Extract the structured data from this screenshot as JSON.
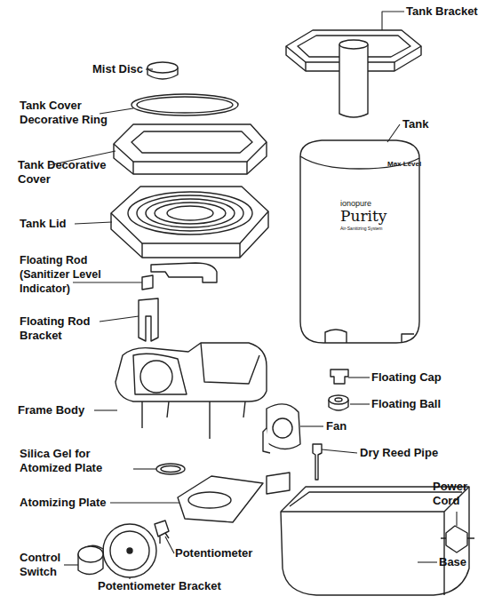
{
  "diagram": {
    "labels": [
      "Tank Bracket",
      "Mist Disc",
      "Tank Cover Decorative Ring",
      "Tank Decorative Cover",
      "Tank",
      "Tank Lid",
      "Floating Rod (Sanitizer Level Indicator)",
      "Floating Rod Bracket",
      "Frame Body",
      "Silica Gel for Atomized Plate",
      "Atomizing Plate",
      "Control Switch",
      "Potentiometer",
      "Potentiometer Bracket",
      "Floating Cap",
      "Floating Ball",
      "Fan",
      "Dry Reed Pipe",
      "Power Cord",
      "Base",
      "Max Level",
      "ionopure",
      "Purity",
      "Air-Sanitizing System"
    ]
  }
}
